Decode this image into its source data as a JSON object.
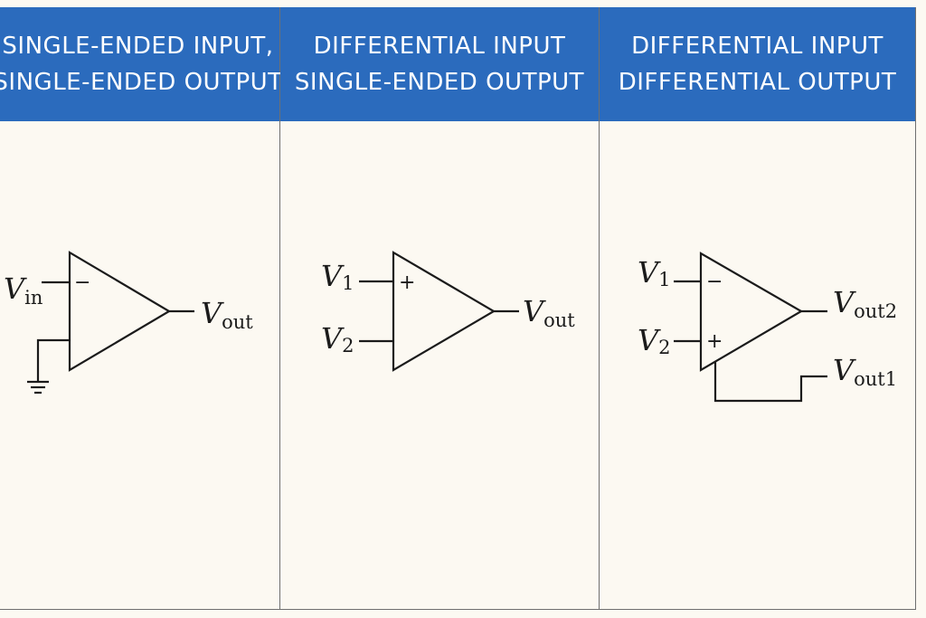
{
  "panels": [
    {
      "header": [
        "SINGLE-ENDED INPUT,",
        "SINGLE-ENDED OUTPUT"
      ],
      "inputs": [
        {
          "main": "V",
          "sub": "in",
          "sign": "−"
        }
      ],
      "outputs": [
        {
          "main": "V",
          "sub": "out"
        }
      ]
    },
    {
      "header": [
        "DIFFERENTIAL INPUT",
        "SINGLE-ENDED OUTPUT"
      ],
      "inputs": [
        {
          "main": "V",
          "sub": "1",
          "sign": "+"
        },
        {
          "main": "V",
          "sub": "2"
        }
      ],
      "outputs": [
        {
          "main": "V",
          "sub": "out"
        }
      ]
    },
    {
      "header": [
        "DIFFERENTIAL INPUT",
        "DIFFERENTIAL OUTPUT"
      ],
      "inputs": [
        {
          "main": "V",
          "sub": "1",
          "sign": "−"
        },
        {
          "main": "V",
          "sub": "2",
          "sign": "+"
        }
      ],
      "outputs": [
        {
          "main": "V",
          "sub": "out2"
        },
        {
          "main": "V",
          "sub": "out1"
        }
      ]
    }
  ],
  "colors": {
    "header_bg": "#2b6bbd",
    "header_text": "#ffffff",
    "background": "#fcf9f2",
    "stroke": "#1b1b1b"
  }
}
